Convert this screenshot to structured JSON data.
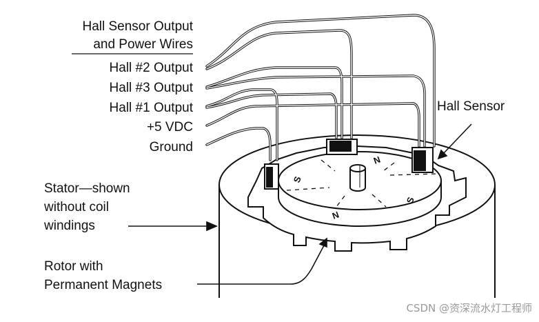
{
  "labels": {
    "heading_line1": "Hall Sensor Output",
    "heading_line2": "and Power Wires",
    "hall2": "Hall #2 Output",
    "hall3": "Hall #3 Output",
    "hall1": "Hall #1 Output",
    "vdc": "+5 VDC",
    "ground": "Ground",
    "hall_sensor": "Hall Sensor",
    "stator_line1": "Stator—shown",
    "stator_line2": "without coil",
    "stator_line3": "windings",
    "rotor_line1": "Rotor with",
    "rotor_line2": "Permanent Magnets"
  },
  "poles": {
    "n_top": "N",
    "s_left": "S",
    "s_right": "S",
    "n_bottom": "N"
  },
  "watermark": "CSDN @资深流水灯工程师"
}
